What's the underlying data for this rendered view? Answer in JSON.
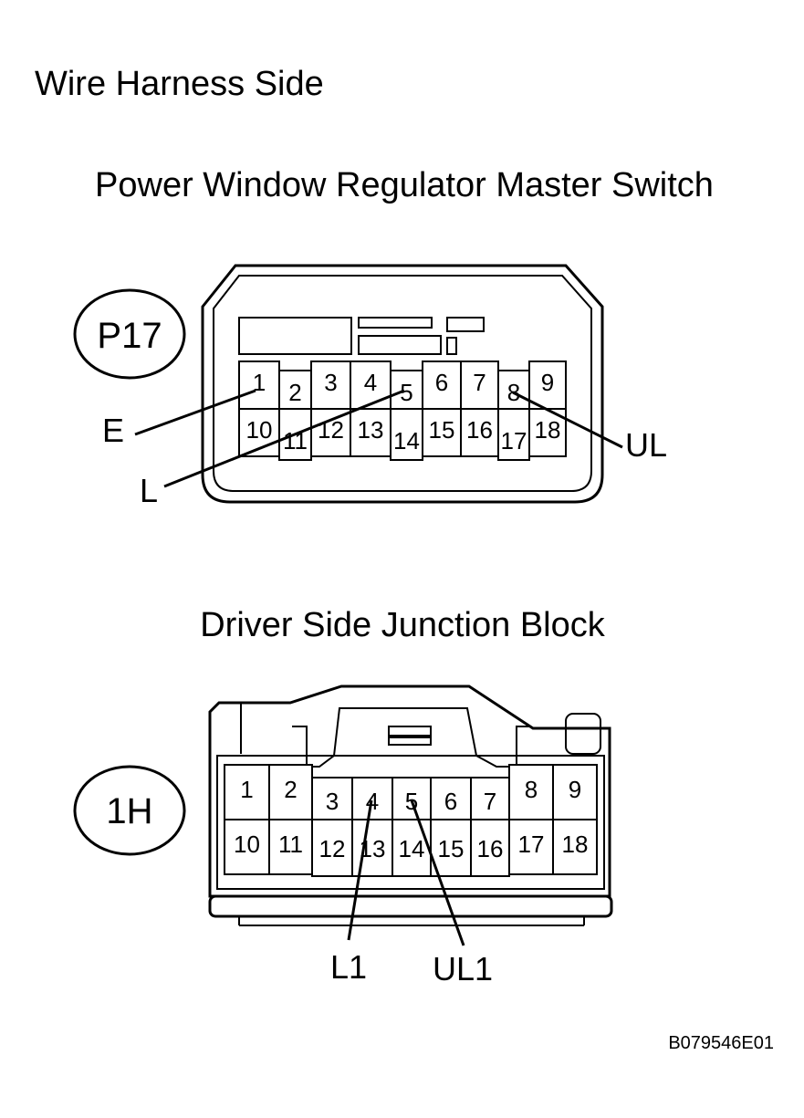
{
  "title": "Wire Harness Side",
  "reference_code": "B079546E01",
  "connectors": [
    {
      "id": "P17",
      "name": "Power Window Regulator Master Switch",
      "pins_row1": [
        "1",
        "2",
        "3",
        "4",
        "5",
        "6",
        "7",
        "8",
        "9"
      ],
      "pins_row2": [
        "10",
        "11",
        "12",
        "13",
        "14",
        "15",
        "16",
        "17",
        "18"
      ],
      "wire_labels": [
        {
          "label": "E",
          "pin": "1"
        },
        {
          "label": "L",
          "pin": "5"
        },
        {
          "label": "UL",
          "pin": "8"
        }
      ]
    },
    {
      "id": "1H",
      "name": "Driver Side Junction Block",
      "pins_row1": [
        "1",
        "2",
        "3",
        "4",
        "5",
        "6",
        "7",
        "8",
        "9"
      ],
      "pins_row2": [
        "10",
        "11",
        "12",
        "13",
        "14",
        "15",
        "16",
        "17",
        "18"
      ],
      "wire_labels": [
        {
          "label": "L1",
          "pin": "4"
        },
        {
          "label": "UL1",
          "pin": "5"
        }
      ]
    }
  ]
}
